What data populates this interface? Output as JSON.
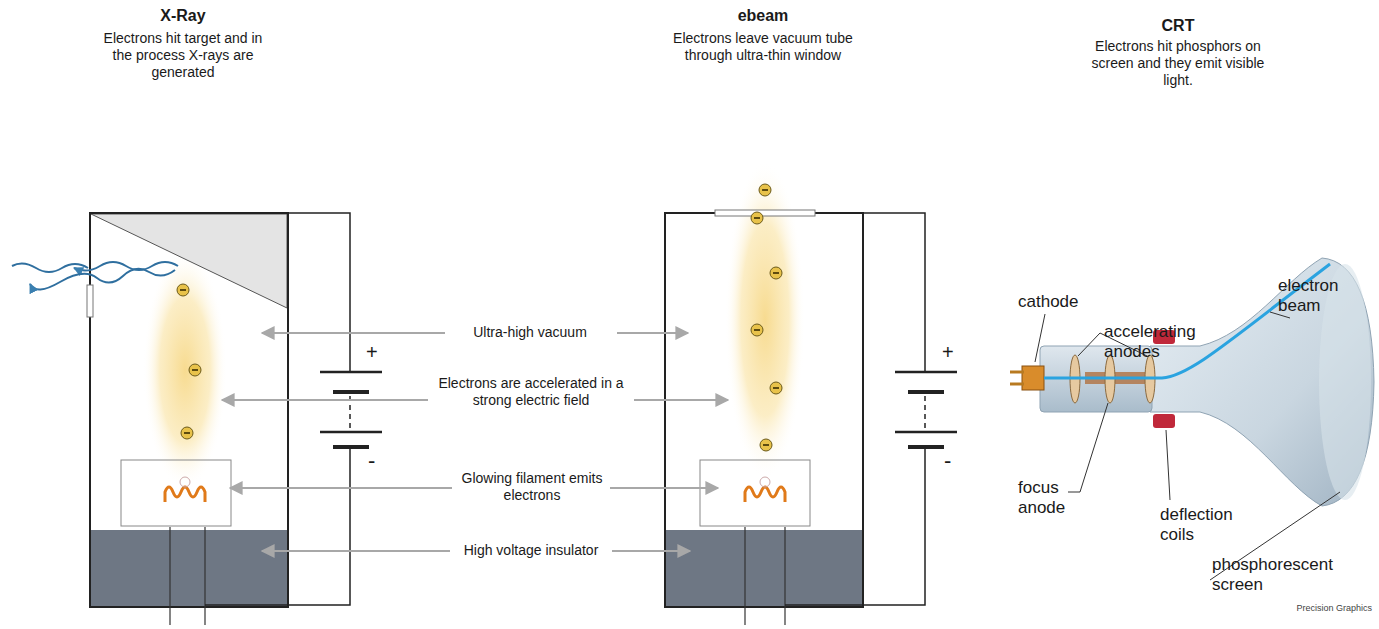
{
  "diagram": {
    "labels": [
      "X-Ray",
      "Electrons hit target and in the process X-rays are generated",
      "ebeam",
      "Electrons leave vacuum tube through ultra-thin window",
      "CRT",
      "Electrons hit phosphors on screen and they emit visible light.",
      "Ultra-high vacuum",
      "Electrons are accelerated in a strong electric field",
      "Glowing filament emits electrons",
      "High voltage insulator",
      "+",
      "-",
      "+",
      "-",
      "cathode",
      "accelerating anodes",
      "electron beam",
      "focus anode",
      "deflection coils",
      "phosphorescent screen",
      "Precision Graphics"
    ]
  }
}
